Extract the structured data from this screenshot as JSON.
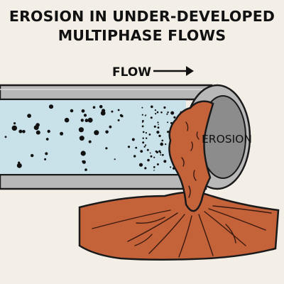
{
  "title": {
    "line1": "EROSION IN UNDER-DEVELOPED",
    "line2": "MULTIPHASE FLOWS"
  },
  "labels": {
    "flow": "FLOW",
    "erosion": "EROSION"
  },
  "colors": {
    "background": "#f4efe6",
    "pipe_wall": "#b8b8b8",
    "pipe_outline": "#1a1a1a",
    "fluid": "#c9e2ea",
    "particles": "#111111",
    "erosion": "#c4623a",
    "pipe_opening": "#8c8c8c"
  },
  "icons": [
    "right-arrow-icon"
  ]
}
